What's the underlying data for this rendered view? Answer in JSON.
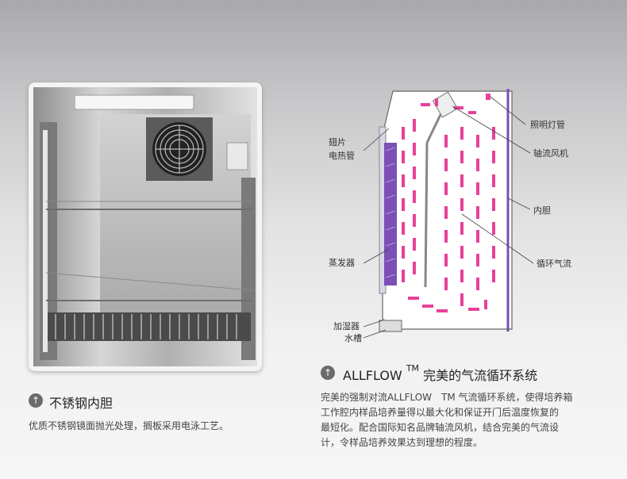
{
  "left_section": {
    "title": "不锈钢内胆",
    "description": "优质不锈钢镜面抛光处理，搁板采用电泳工艺。"
  },
  "right_section": {
    "title_main": "ALLFLOW",
    "title_tm": "TM",
    "title_rest": "完美的气流循环系统",
    "description_lines": [
      "完美的强制对流ALLFLOW　TM 气流循环系统，使得培养箱",
      "工作腔内样品培养量得以最大化和保证开门后温度恢复的",
      "最短化。配合国际知名品牌轴流风机，结合完美的气流设",
      "计，令样品培养效果达到理想的程度。"
    ]
  },
  "diagram_labels": {
    "fin_line1": "翅片",
    "fin_line2": "电热管",
    "evaporator": "蒸发器",
    "humidifier": "加湿器",
    "water_tank": "水槽",
    "light": "照明灯管",
    "fan": "轴流风机",
    "liner": "内胆",
    "airflow": "循环气流"
  },
  "colors": {
    "airflow": "#e8409a",
    "heater": "#7c4fb6",
    "icon_bg": "#6b6b6b"
  },
  "icons": {
    "title_icon": "arrow-up-circle-icon"
  }
}
